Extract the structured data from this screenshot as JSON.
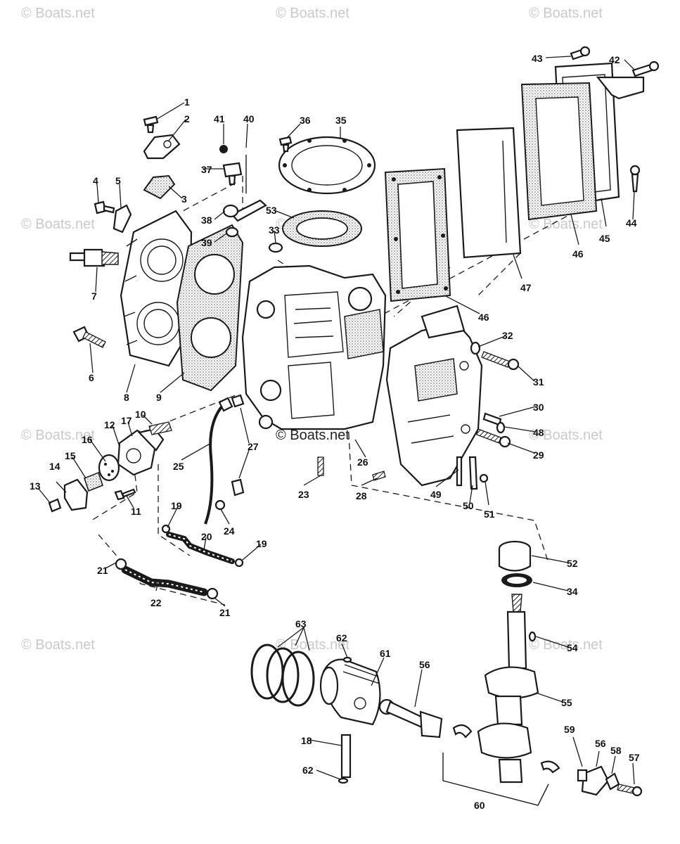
{
  "watermark": "© Boats.net",
  "callouts": [
    "1",
    "2",
    "3",
    "4",
    "5",
    "6",
    "7",
    "8",
    "9",
    "10",
    "11",
    "12",
    "13",
    "14",
    "15",
    "16",
    "17",
    "18",
    "19",
    "20",
    "21",
    "22",
    "23",
    "24",
    "25",
    "26",
    "27",
    "28",
    "29",
    "30",
    "31",
    "32",
    "33",
    "34",
    "35",
    "36",
    "37",
    "38",
    "39",
    "40",
    "41",
    "42",
    "43",
    "44",
    "45",
    "46",
    "47",
    "48",
    "49",
    "50",
    "51",
    "52",
    "53",
    "54",
    "55",
    "56",
    "57",
    "58",
    "59",
    "60",
    "61",
    "62",
    "63"
  ]
}
